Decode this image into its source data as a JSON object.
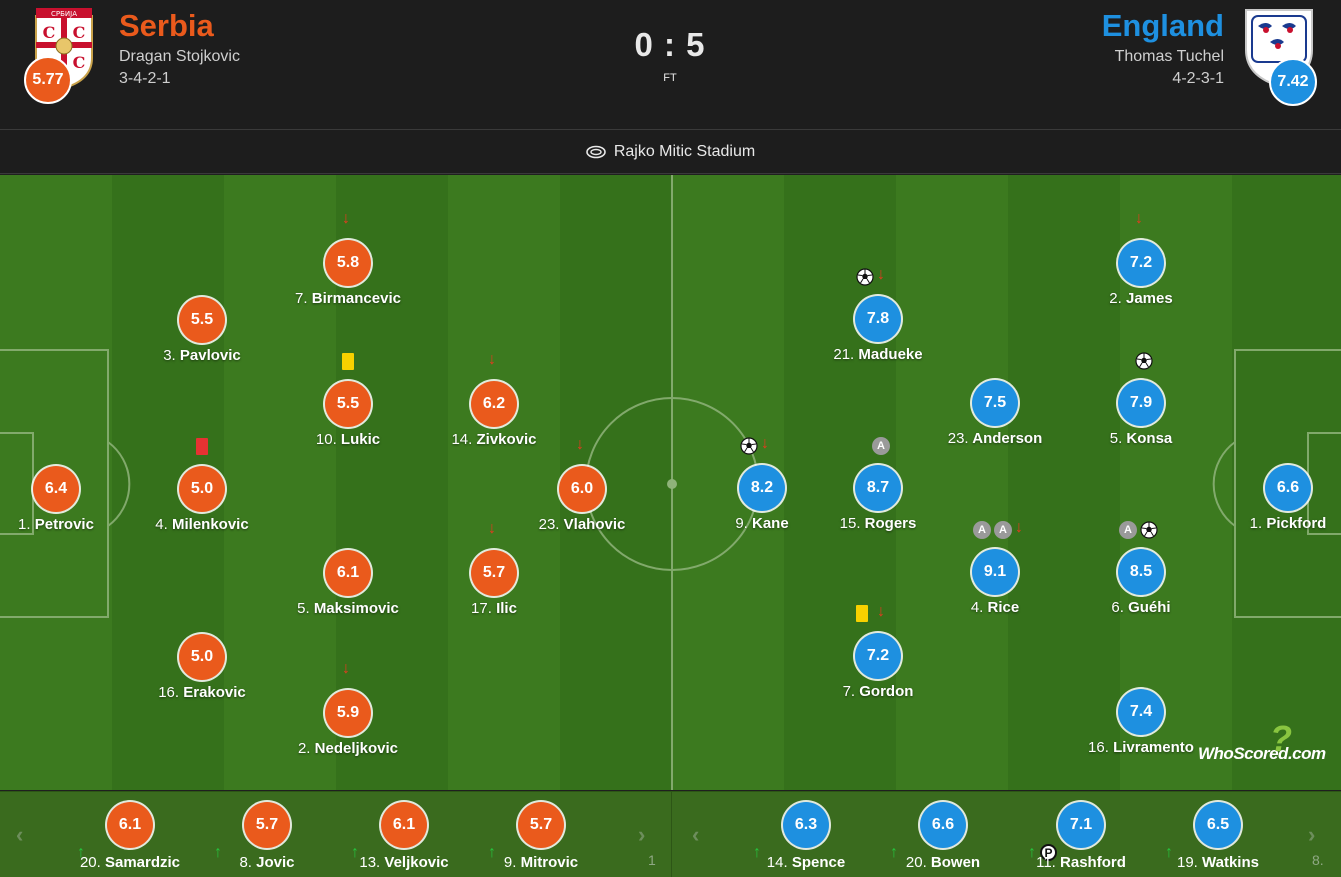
{
  "header": {
    "home": {
      "name": "Serbia",
      "manager": "Dragan Stojkovic",
      "formation": "3-4-2-1",
      "rating": "5.77",
      "color": "#ea5a1c",
      "crest_text": "СРБИЈА"
    },
    "away": {
      "name": "England",
      "manager": "Thomas Tuchel",
      "formation": "4-2-3-1",
      "rating": "7.42",
      "color": "#1e90e0"
    },
    "score": "0 : 5",
    "status": "FT"
  },
  "stadium": {
    "name": "Rajko Mitic Stadium",
    "icon": "stadium-icon"
  },
  "home_players": [
    {
      "key": "petrovic",
      "rating": "6.4",
      "number": "1.",
      "name": "Petrovic",
      "events": []
    },
    {
      "key": "milenkovic",
      "rating": "5.0",
      "number": "4.",
      "name": "Milenkovic",
      "events": [
        "red-card"
      ]
    },
    {
      "key": "pavlovic",
      "rating": "5.5",
      "number": "3.",
      "name": "Pavlovic",
      "events": []
    },
    {
      "key": "erakovic",
      "rating": "5.0",
      "number": "16.",
      "name": "Erakovic",
      "events": []
    },
    {
      "key": "birmancevic",
      "rating": "5.8",
      "number": "7.",
      "name": "Birmancevic",
      "events": [
        "subbed-off"
      ]
    },
    {
      "key": "lukic",
      "rating": "5.5",
      "number": "10.",
      "name": "Lukic",
      "events": [
        "yellow-card"
      ]
    },
    {
      "key": "maksimovic",
      "rating": "6.1",
      "number": "5.",
      "name": "Maksimovic",
      "events": []
    },
    {
      "key": "nedeljkovic",
      "rating": "5.9",
      "number": "2.",
      "name": "Nedeljkovic",
      "events": [
        "subbed-off"
      ]
    },
    {
      "key": "zivkovic",
      "rating": "6.2",
      "number": "14.",
      "name": "Zivkovic",
      "events": [
        "subbed-off"
      ]
    },
    {
      "key": "ilic",
      "rating": "5.7",
      "number": "17.",
      "name": "Ilic",
      "events": [
        "subbed-off"
      ]
    },
    {
      "key": "vlahovic",
      "rating": "6.0",
      "number": "23.",
      "name": "Vlahovic",
      "events": [
        "subbed-off"
      ]
    }
  ],
  "away_players": [
    {
      "key": "kane",
      "rating": "8.2",
      "number": "9.",
      "name": "Kane",
      "events": [
        "goal",
        "subbed-off"
      ]
    },
    {
      "key": "madueke",
      "rating": "7.8",
      "number": "21.",
      "name": "Madueke",
      "events": [
        "goal",
        "subbed-off"
      ]
    },
    {
      "key": "rogers",
      "rating": "8.7",
      "number": "15.",
      "name": "Rogers",
      "events": [
        "assist"
      ]
    },
    {
      "key": "gordon",
      "rating": "7.2",
      "number": "7.",
      "name": "Gordon",
      "events": [
        "yellow-card",
        "subbed-off"
      ]
    },
    {
      "key": "anderson",
      "rating": "7.5",
      "number": "23.",
      "name": "Anderson",
      "events": []
    },
    {
      "key": "rice",
      "rating": "9.1",
      "number": "4.",
      "name": "Rice",
      "events": [
        "assist",
        "assist",
        "subbed-off"
      ]
    },
    {
      "key": "james",
      "rating": "7.2",
      "number": "2.",
      "name": "James",
      "events": [
        "subbed-off"
      ]
    },
    {
      "key": "konsa",
      "rating": "7.9",
      "number": "5.",
      "name": "Konsa",
      "events": [
        "goal"
      ]
    },
    {
      "key": "guehi",
      "rating": "8.5",
      "number": "6.",
      "name": "Guéhi",
      "events": [
        "assist",
        "goal"
      ]
    },
    {
      "key": "livramento",
      "rating": "7.4",
      "number": "16.",
      "name": "Livramento",
      "events": []
    },
    {
      "key": "pickford",
      "rating": "6.6",
      "number": "1.",
      "name": "Pickford",
      "events": []
    }
  ],
  "home_bench": [
    {
      "rating": "6.1",
      "number": "20.",
      "name": "Samardzic"
    },
    {
      "rating": "5.7",
      "number": "8.",
      "name": "Jovic"
    },
    {
      "rating": "6.1",
      "number": "13.",
      "name": "Veljkovic"
    },
    {
      "rating": "5.7",
      "number": "9.",
      "name": "Mitrovic"
    }
  ],
  "away_bench": [
    {
      "rating": "6.3",
      "number": "14.",
      "name": "Spence"
    },
    {
      "rating": "6.6",
      "number": "20.",
      "name": "Bowen"
    },
    {
      "rating": "7.1",
      "number": "11.",
      "name": "Rashford"
    },
    {
      "rating": "6.5",
      "number": "19.",
      "name": "Watkins"
    }
  ],
  "bench_clip": {
    "home_next": "1",
    "away_next": "8."
  },
  "watermark": {
    "brand": "WhoScored",
    "suffix": ".com"
  },
  "icons": {
    "assist_letter": "A",
    "penalty_letter": "P",
    "arrow_down": "↓",
    "arrow_up": "↑",
    "chevron_left": "‹",
    "chevron_right": "›"
  }
}
